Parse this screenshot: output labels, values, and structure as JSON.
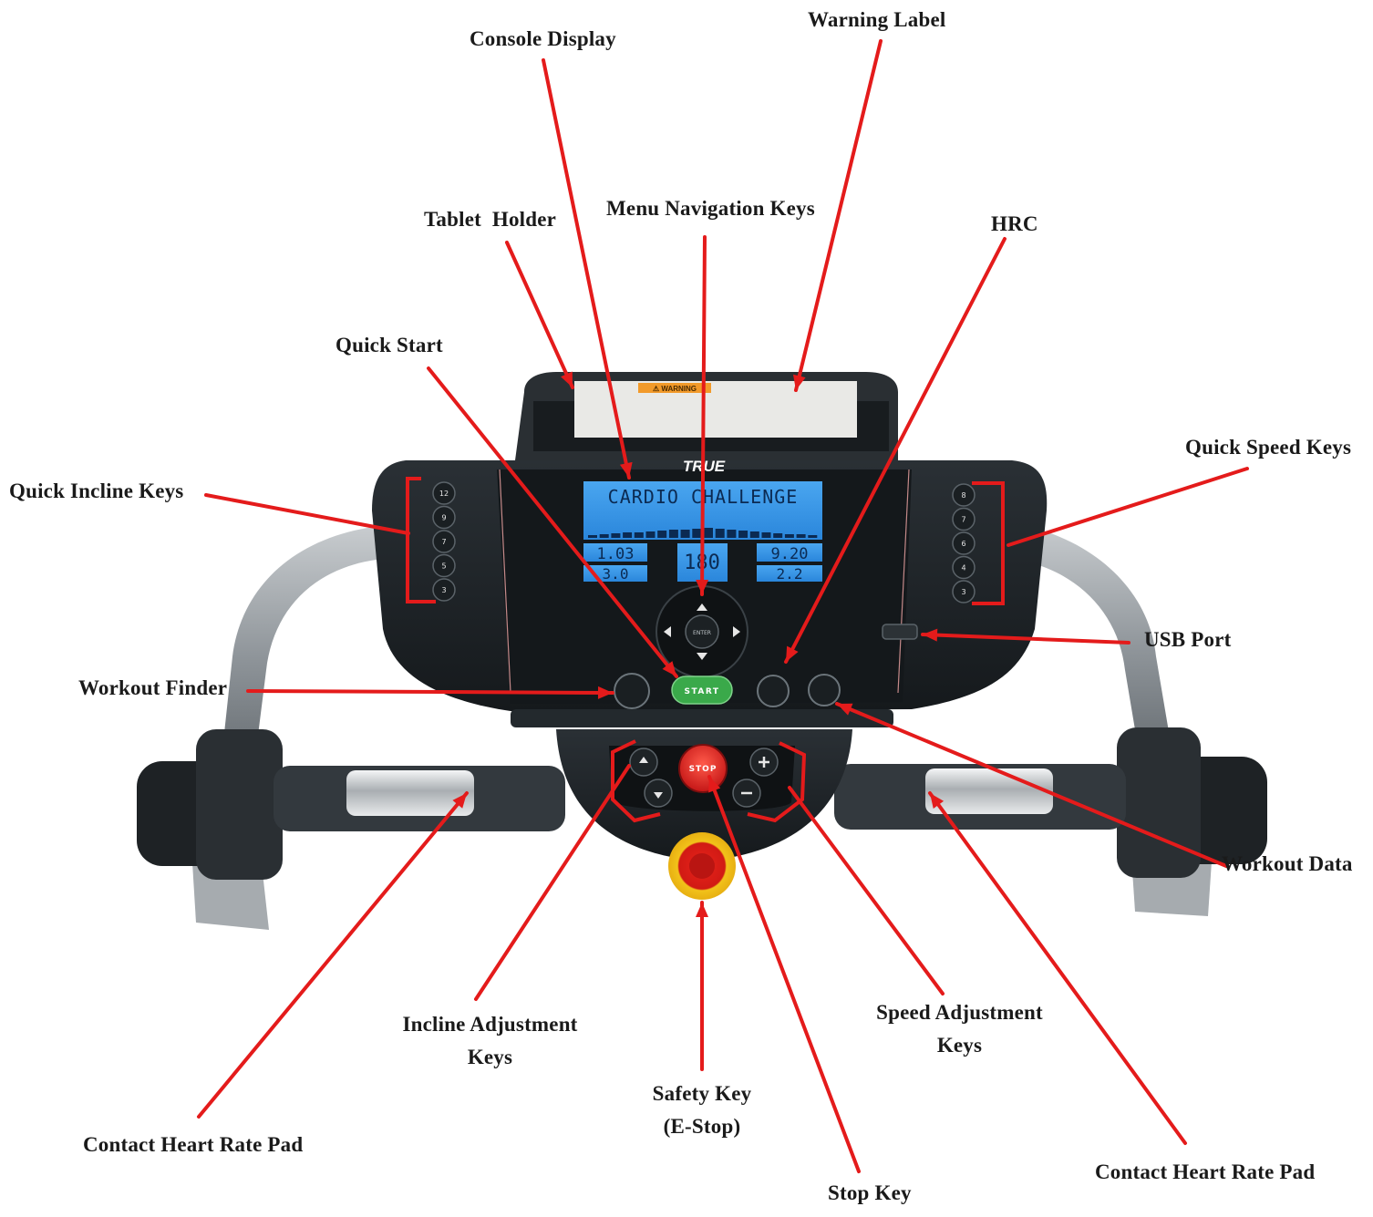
{
  "labels": {
    "console_display": "Console Display",
    "warning_label": "Warning Label",
    "tablet_holder": "Tablet  Holder",
    "menu_navigation_keys": "Menu Navigation Keys",
    "hrc": "HRC",
    "quick_start": "Quick Start",
    "quick_incline_keys": "Quick Incline Keys",
    "quick_speed_keys": "Quick Speed Keys",
    "usb_port": "USB Port",
    "workout_finder": "Workout Finder",
    "workout_data": "Workout Data",
    "incline_adjustment_keys_1": "Incline Adjustment",
    "incline_adjustment_keys_2": "Keys",
    "speed_adjustment_keys_1": "Speed Adjustment",
    "speed_adjustment_keys_2": "Keys",
    "safety_key_1": "Safety Key",
    "safety_key_2": "(E-Stop)",
    "stop_key": "Stop Key",
    "contact_heart_rate_pad_left": "Contact Heart Rate Pad",
    "contact_heart_rate_pad_right": "Contact Heart Rate Pad"
  },
  "console": {
    "brand": "TRUE",
    "warning_header": "⚠ WARNING",
    "program_name": "CARDIO CHALLENGE",
    "distance_value": "1.03",
    "center_value": "180",
    "time_value": "9.20",
    "incline_value": "3.0",
    "speed_value": "2.2",
    "incline_keys": [
      "12",
      "9",
      "7",
      "5",
      "3"
    ],
    "speed_keys": [
      "8",
      "7",
      "6",
      "4",
      "3"
    ],
    "start_label": "START",
    "stop_label": "STOP",
    "enter_label": "ENTER"
  },
  "colors": {
    "annotation_arrow": "#e41b1b",
    "lcd": "#2f8fe3",
    "start_button": "#3aa94a",
    "stop_button": "#e02424",
    "console_body": "#1d2226"
  }
}
